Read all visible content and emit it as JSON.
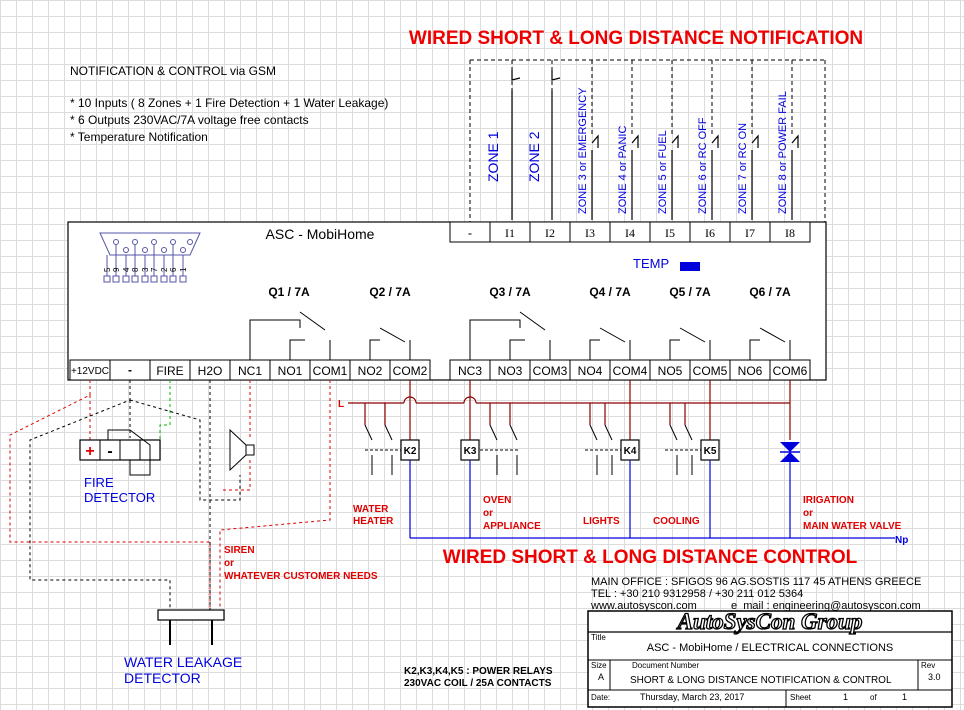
{
  "title_notification": "WIRED SHORT & LONG DISTANCE NOTIFICATION",
  "title_control": "WIRED SHORT & LONG DISTANCE CONTROL",
  "features": {
    "heading": "NOTIFICATION & CONTROL via GSM",
    "lines": [
      "* 10 Inputs  ( 8 Zones + 1 Fire Detection + 1 Water Leakage)",
      "* 6 Outputs 230VAC/7A voltage free contacts",
      "* Temperature Notification"
    ]
  },
  "device_name": "ASC - MobiHome",
  "db9_pins": [
    "5",
    "9",
    "4",
    "8",
    "3",
    "7",
    "2",
    "6",
    "1"
  ],
  "temp_label": "TEMP",
  "top_terminals": [
    "-",
    "I1",
    "I2",
    "I3",
    "I4",
    "I5",
    "I6",
    "I7",
    "I8"
  ],
  "zones": [
    "ZONE 1",
    "ZONE 2",
    "ZONE 3 or EMERGENCY",
    "ZONE 4 or PANIC",
    "ZONE 5 or FUEL",
    "ZONE 6 or RC OFF",
    "ZONE 7 or RC ON",
    "ZONE 8 or POWER FAIL"
  ],
  "relays": [
    "Q1 / 7A",
    "Q2 / 7A",
    "Q3 / 7A",
    "Q4 / 7A",
    "Q5 / 7A",
    "Q6 / 7A"
  ],
  "bottom_terminals": [
    "+12VDC",
    "-",
    "FIRE",
    "H2O",
    "NC1",
    "NO1",
    "COM1",
    "NO2",
    "COM2",
    "NC3",
    "NO3",
    "COM3",
    "NO4",
    "COM4",
    "NO5",
    "COM5",
    "NO6",
    "COM6"
  ],
  "line_label": "L",
  "neutral_label": "Np",
  "contactors": [
    "K2",
    "K3",
    "K4",
    "K5"
  ],
  "loads": {
    "water_heater": [
      "WATER",
      "HEATER"
    ],
    "oven": [
      "OVEN",
      "or",
      "APPLIANCE"
    ],
    "lights": "LIGHTS",
    "cooling": "COOLING",
    "irrigation": [
      "IRIGATION",
      "or",
      "MAIN WATER VALVE"
    ]
  },
  "fire_detector": [
    "FIRE",
    "DETECTOR"
  ],
  "fire_polarity": [
    "+",
    "-"
  ],
  "siren": [
    "SIREN",
    "or",
    "WHATEVER CUSTOMER NEEDS"
  ],
  "water_detector": [
    "WATER LEAKAGE",
    "DETECTOR"
  ],
  "relay_note": [
    "K2,K3,K4,K5 : POWER RELAYS",
    "230VAC COIL / 25A CONTACTS"
  ],
  "office": {
    "address": "MAIN OFFICE : SFIGOS 96 AG.SOSTIS 117 45 ATHENS GREECE",
    "tel": "TEL : +30 210 9312958 / +30 211 012 5364",
    "web": "www.autosyscon.com",
    "email": "e_mail : engineering@autosyscon.com"
  },
  "title_block": {
    "company": "AutoSysCon Group",
    "title_label": "Title",
    "title": "ASC - MobiHome / ELECTRICAL CONNECTIONS",
    "size_label": "Size",
    "size": "A",
    "docnum_label": "Document Number",
    "docnum": "SHORT & LONG DISTANCE NOTIFICATION & CONTROL",
    "rev_label": "Rev",
    "rev": "3.0",
    "date_label": "Date:",
    "date": "Thursday, March 23, 2017",
    "sheet_label": "Sheet",
    "sheet": "1",
    "of_label": "of",
    "sheets": "1"
  },
  "colors": {
    "red": "#e00000",
    "blue": "#0000dd",
    "dark_red": "#8b0000",
    "green": "#00bb00",
    "title_red": "#ee0000"
  }
}
